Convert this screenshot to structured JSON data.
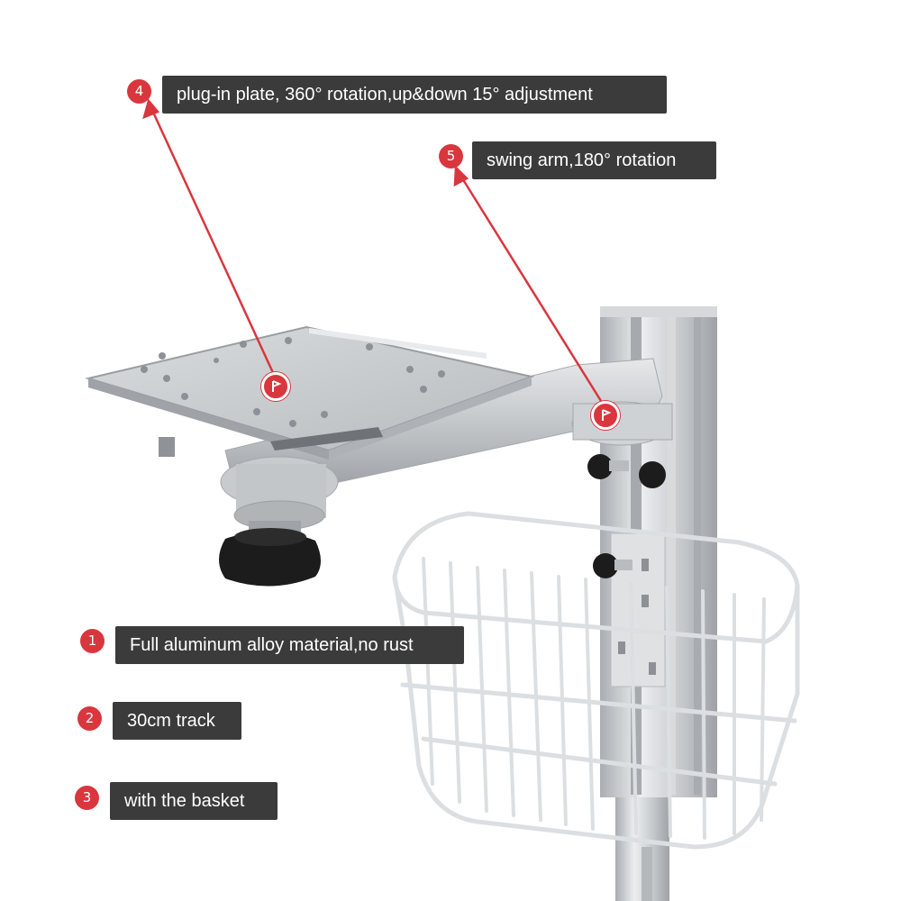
{
  "colors": {
    "label_bg": "#3b3b3b",
    "badge_red": "#d9363e",
    "callout_line": "#d9363e",
    "aluminum": "#c9cccf",
    "knob": "#1c1c1c",
    "basket_wire": "#e3e5e8"
  },
  "callouts": [
    {
      "number": "4",
      "text": "plug-in plate, 360° rotation,up&down 15° adjustment"
    },
    {
      "number": "5",
      "text": "swing arm,180° rotation"
    },
    {
      "number": "1",
      "text": "Full aluminum alloy material,no rust"
    },
    {
      "number": "2",
      "text": "30cm track"
    },
    {
      "number": "3",
      "text": "with the basket"
    }
  ],
  "markers": [
    {
      "icon": "pin-flag-icon"
    },
    {
      "icon": "pin-flag-icon"
    }
  ]
}
